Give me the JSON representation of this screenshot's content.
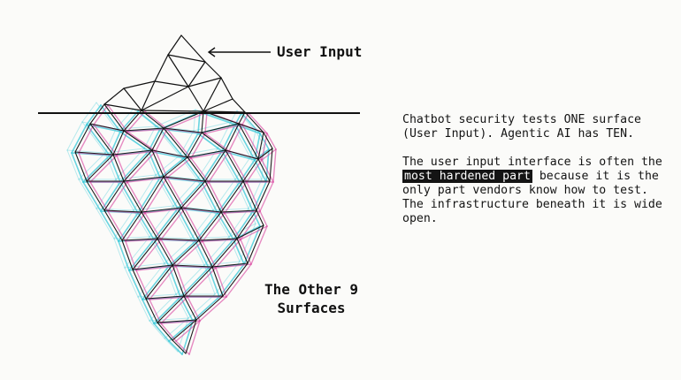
{
  "diagram": {
    "labels": {
      "user_input": "User Input",
      "other_surfaces_line1": "The Other 9",
      "other_surfaces_line2": "Surfaces"
    }
  },
  "text_panel": {
    "paragraph1": "Chatbot security tests ONE surface\n(User Input). Agentic AI has TEN.",
    "paragraph2_before": "The user input interface is often the\n",
    "paragraph2_highlight": "most hardened part",
    "paragraph2_after": " because it is the\nonly part vendors know how to test.\nThe infrastructure beneath it is wide\nopen."
  },
  "colors": {
    "background": "#fbfbf9",
    "ink": "#111111",
    "glitch_cyan": "#38c8d8",
    "glitch_magenta": "#d8409c",
    "highlight_bg": "#141414",
    "highlight_text": "#ffffff"
  }
}
